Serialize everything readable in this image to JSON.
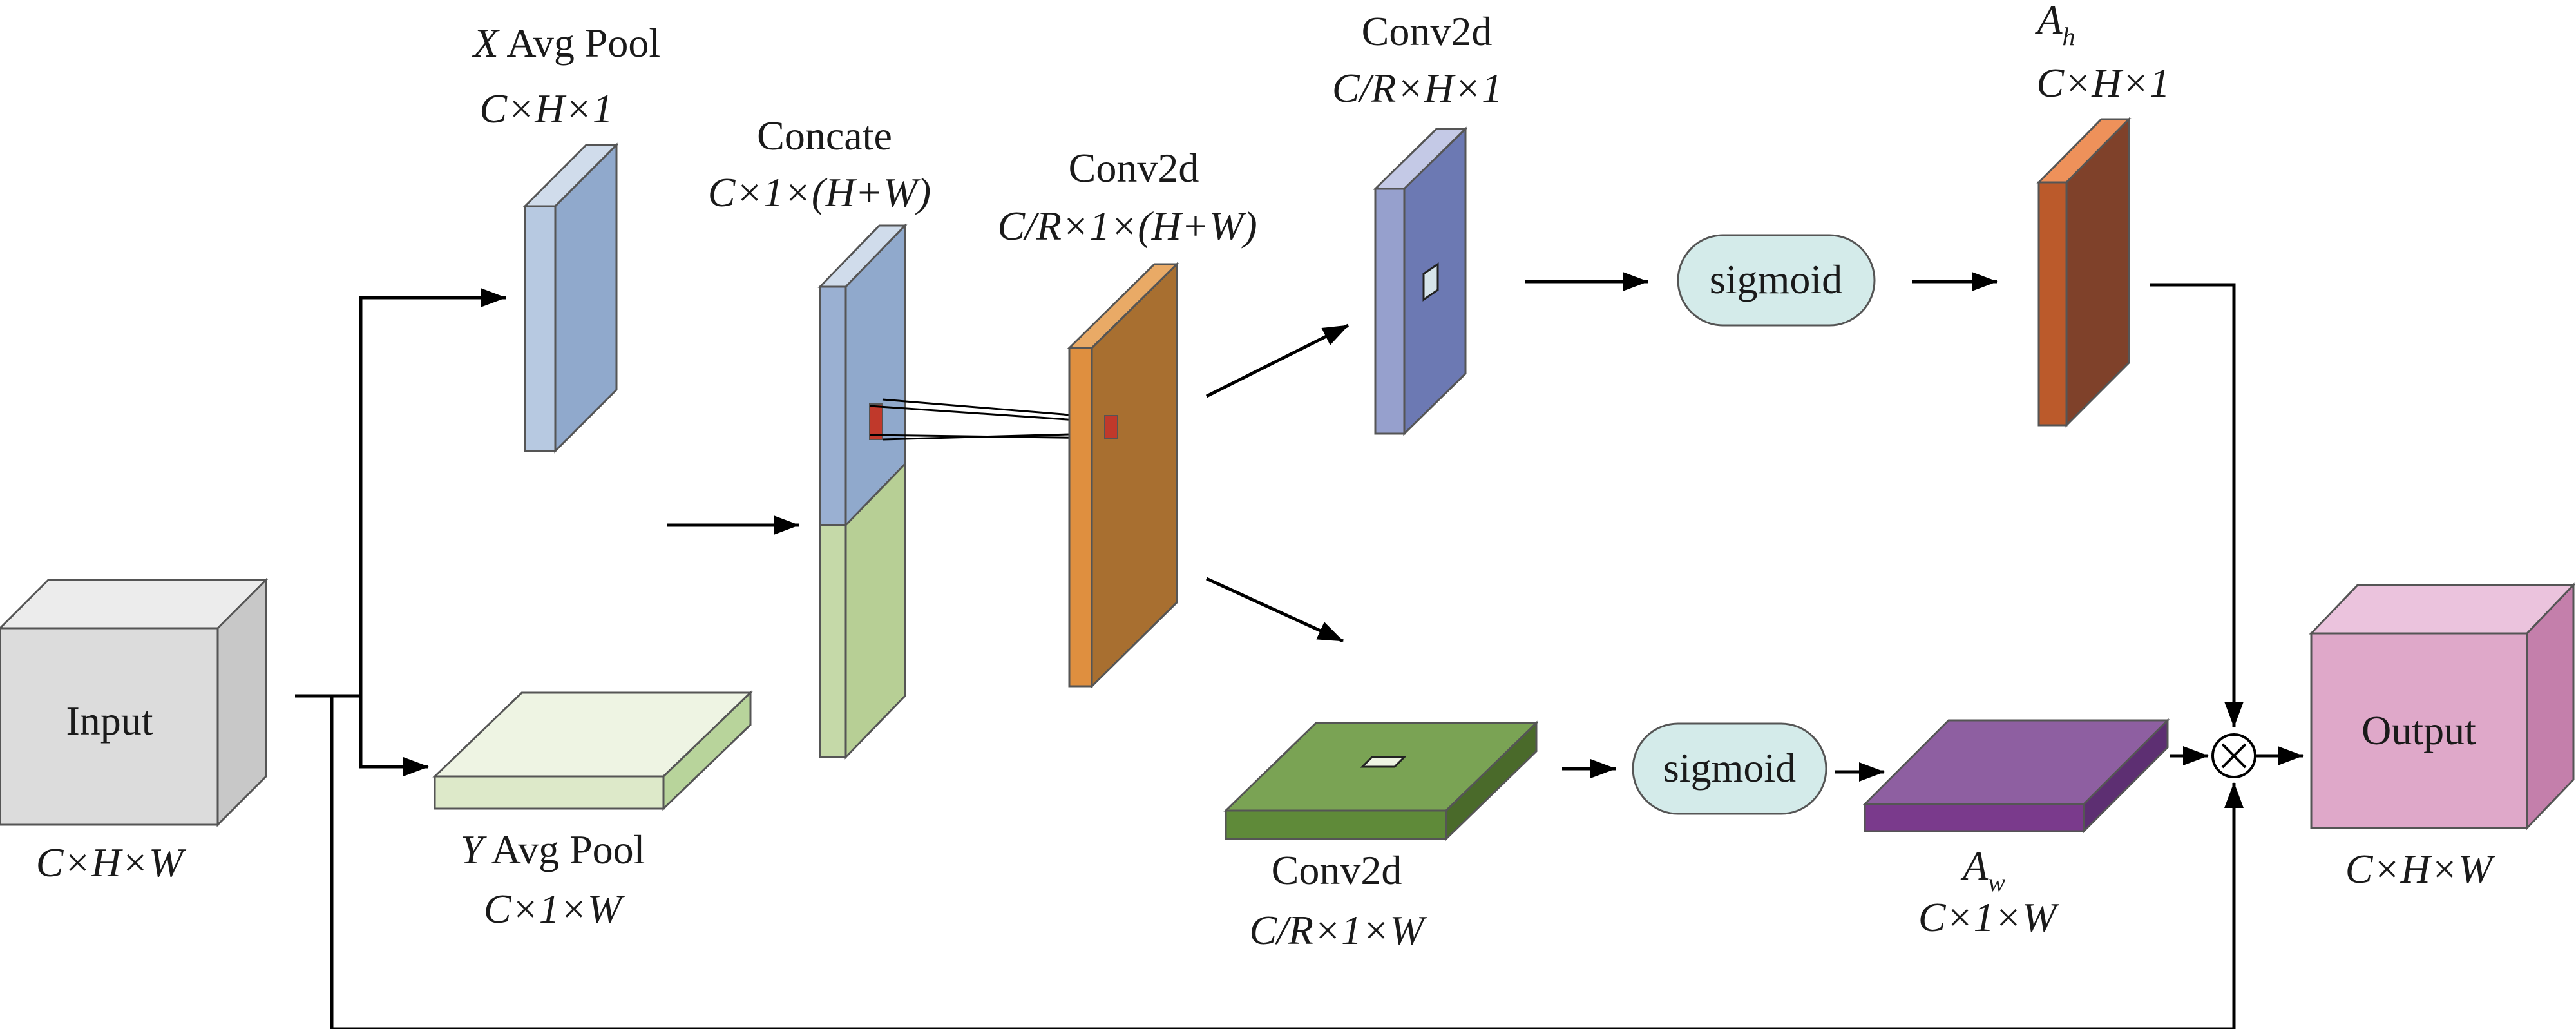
{
  "input": {
    "label": "Input",
    "shape": {
      "pre": "",
      "italic": "C",
      "rest": "×H×W"
    }
  },
  "x_pool": {
    "title_var": "X",
    "title_rest": " Avg Pool",
    "shape": "C×H×1"
  },
  "y_pool": {
    "title_var": "Y",
    "title_rest": " Avg Pool",
    "shape": "C×1×W"
  },
  "concat": {
    "title": "Concate",
    "shape": "C×1×(H+W)"
  },
  "conv_mid": {
    "title": "Conv2d",
    "shape": "C/R×1×(H+W)"
  },
  "conv_h": {
    "title": "Conv2d",
    "shape": "C/R×H×1"
  },
  "conv_w": {
    "title": "Conv2d",
    "shape": "C/R×1×W"
  },
  "sigmoid_h": {
    "label": "sigmoid"
  },
  "sigmoid_w": {
    "label": "sigmoid"
  },
  "attn_h": {
    "title_main": "A",
    "title_sub": "h",
    "shape": "C×H×1"
  },
  "attn_w": {
    "title_main": "A",
    "title_sub": "w",
    "shape": "C×1×W"
  },
  "multiply": {
    "symbol": "×"
  },
  "output": {
    "label": "Output",
    "shape": "C×H×W"
  },
  "colors": {
    "input": "#dcdcdc",
    "x_pool": "#9ab0d2",
    "y_pool": "#e6efd8",
    "concat_top": "#9ab0d2",
    "concat_bottom": "#c5d9a8",
    "conv_mid": "#b07632",
    "conv_h": "#6f7db5",
    "conv_w": "#76a04e",
    "sigmoid": "#d4ebea",
    "attn_h": "#8a4a2c",
    "attn_w": "#8e5fa1",
    "output": "#dfa8c9",
    "kernel": "#c0392b"
  }
}
